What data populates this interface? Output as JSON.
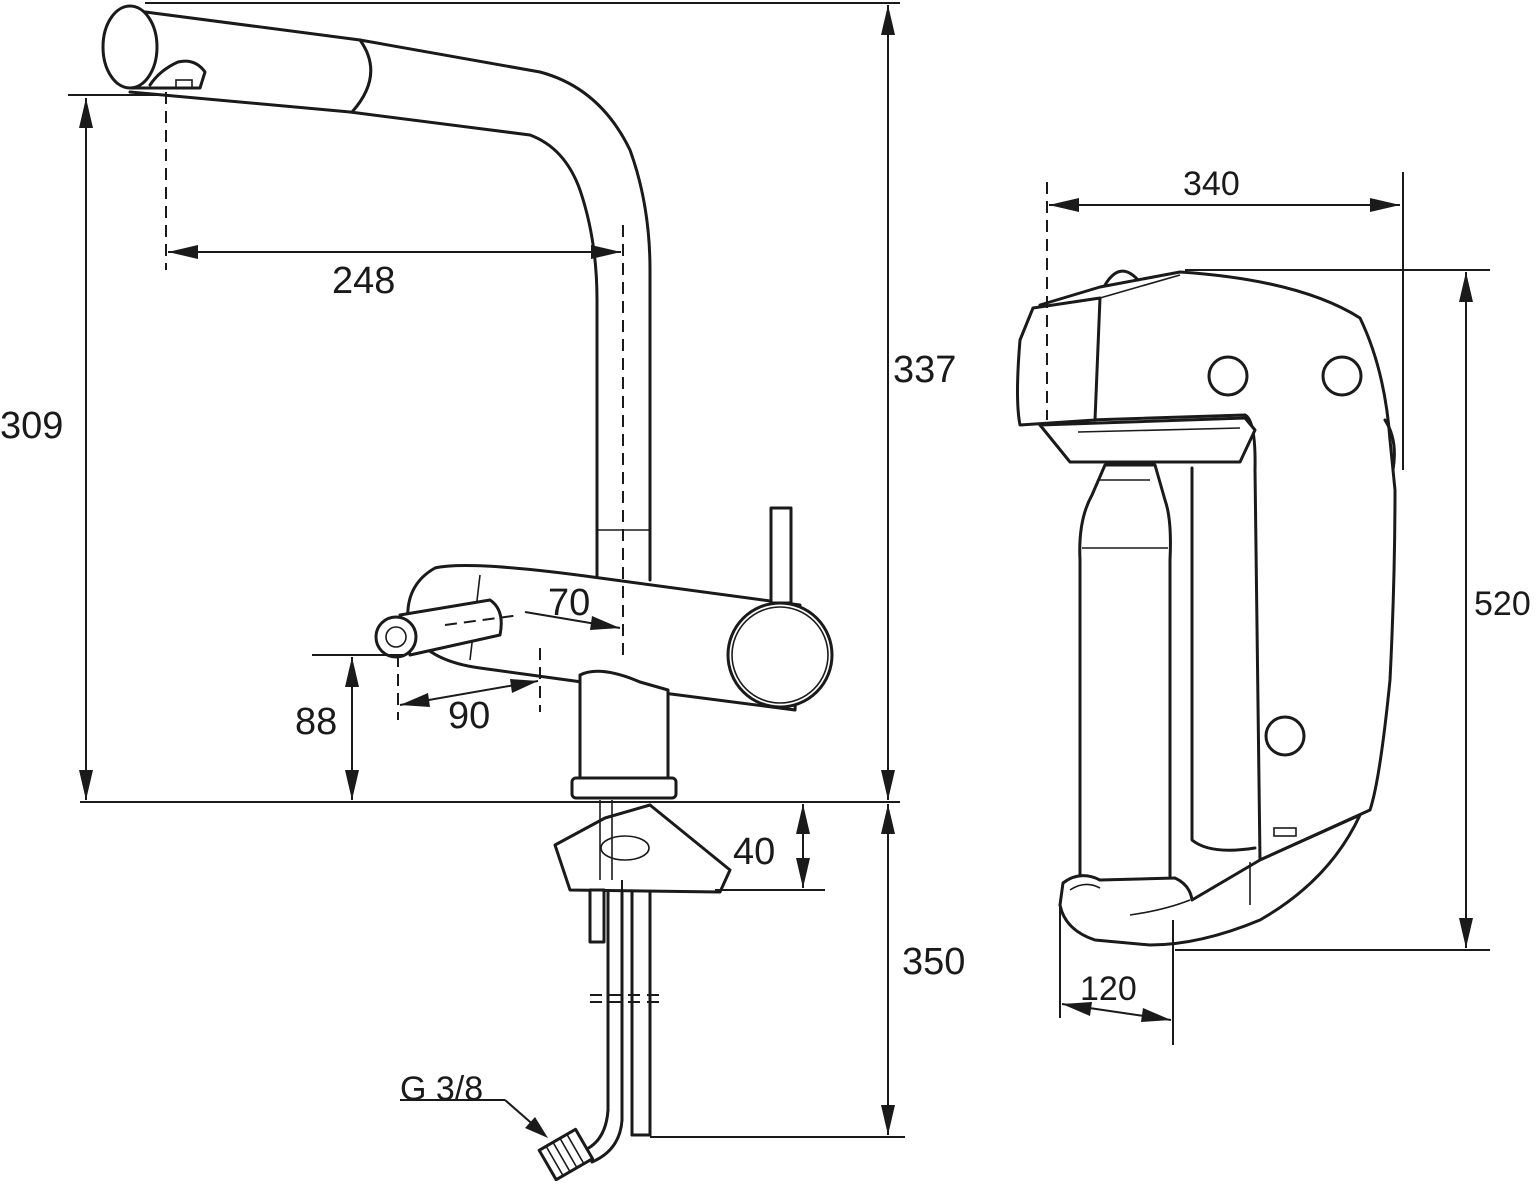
{
  "dimensions": {
    "faucet_spout_reach": "248",
    "faucet_spout_height": "309",
    "faucet_total_height": "337",
    "faucet_side_offset": "70",
    "side_spout_height": "88",
    "side_spout_reach": "90",
    "mount_thickness": "40",
    "hose_length": "350",
    "connection_thread": "G 3/8",
    "unit_depth": "340",
    "unit_height": "520",
    "unit_base_width": "120"
  },
  "colors": {
    "line": "#1a1a1a",
    "background": "#ffffff"
  }
}
